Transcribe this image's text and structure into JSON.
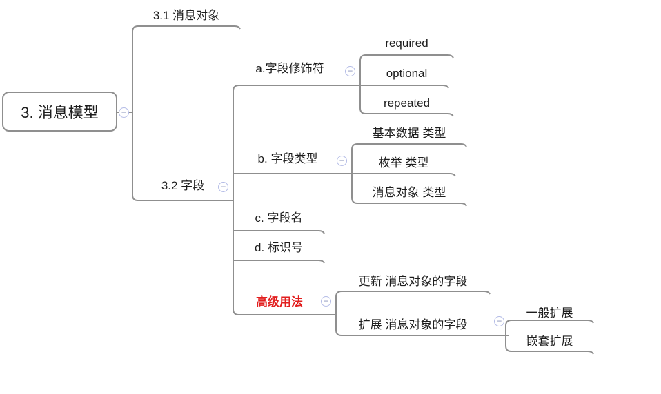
{
  "ui": {
    "toggle_symbol": "−",
    "toggle_state": "expanded"
  },
  "colors": {
    "line": "#8f8f8f",
    "text": "#1d1d1d",
    "emphasis_text": "#e21f1f",
    "toggle_border": "#b3bbe6",
    "toggle_glyph": "#8e97bd",
    "background": "#ffffff"
  },
  "tree": {
    "label": "3. 消息模型",
    "children": [
      {
        "label": "3.1 消息对象",
        "children": []
      },
      {
        "label": "3.2 字段",
        "children": [
          {
            "label": "a.字段修饰符",
            "children": [
              {
                "label": "required"
              },
              {
                "label": "optional"
              },
              {
                "label": "repeated"
              }
            ]
          },
          {
            "label": "b. 字段类型",
            "children": [
              {
                "label": "基本数据 类型"
              },
              {
                "label": "枚举 类型"
              },
              {
                "label": "消息对象 类型"
              }
            ]
          },
          {
            "label": "c. 字段名"
          },
          {
            "label": "d. 标识号"
          },
          {
            "label": "高级用法",
            "emphasis": true,
            "children": [
              {
                "label": "更新 消息对象的字段"
              },
              {
                "label": "扩展 消息对象的字段",
                "children": [
                  {
                    "label": "一般扩展"
                  },
                  {
                    "label": "嵌套扩展"
                  }
                ]
              }
            ]
          }
        ]
      }
    ]
  }
}
